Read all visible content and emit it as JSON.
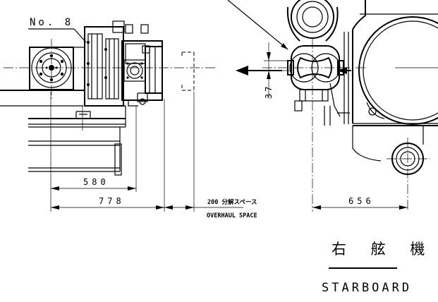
{
  "drawing": {
    "engine_label": "No. 8",
    "dimensions": {
      "d580": "580",
      "d778": "778",
      "d656": "656",
      "d37": "37"
    },
    "overhaul": {
      "jp": "200 分解スペース",
      "en": "OVERHAUL SPACE"
    },
    "title_block": {
      "jp": "右 舷 機",
      "en": "STARBOARD"
    }
  }
}
